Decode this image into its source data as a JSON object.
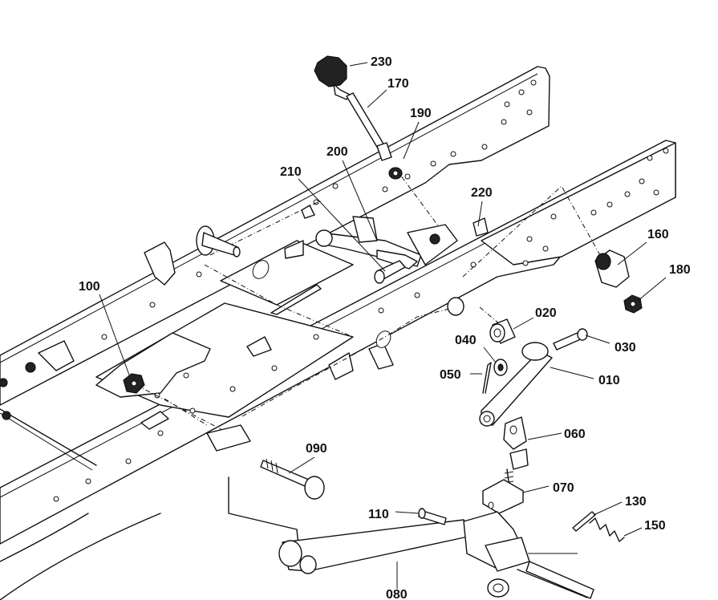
{
  "diagram": {
    "parts": [
      {
        "id": "p010",
        "label": "010"
      },
      {
        "id": "p020",
        "label": "020"
      },
      {
        "id": "p030",
        "label": "030"
      },
      {
        "id": "p040",
        "label": "040"
      },
      {
        "id": "p050",
        "label": "050"
      },
      {
        "id": "p060",
        "label": "060"
      },
      {
        "id": "p070",
        "label": "070"
      },
      {
        "id": "p080",
        "label": "080"
      },
      {
        "id": "p090",
        "label": "090"
      },
      {
        "id": "p100",
        "label": "100"
      },
      {
        "id": "p110",
        "label": "110"
      },
      {
        "id": "p130",
        "label": "130"
      },
      {
        "id": "p150",
        "label": "150"
      },
      {
        "id": "p160",
        "label": "160"
      },
      {
        "id": "p170",
        "label": "170"
      },
      {
        "id": "p180",
        "label": "180"
      },
      {
        "id": "p190",
        "label": "190"
      },
      {
        "id": "p200",
        "label": "200"
      },
      {
        "id": "p210",
        "label": "210"
      },
      {
        "id": "p220",
        "label": "220"
      },
      {
        "id": "p230",
        "label": "230"
      }
    ]
  }
}
